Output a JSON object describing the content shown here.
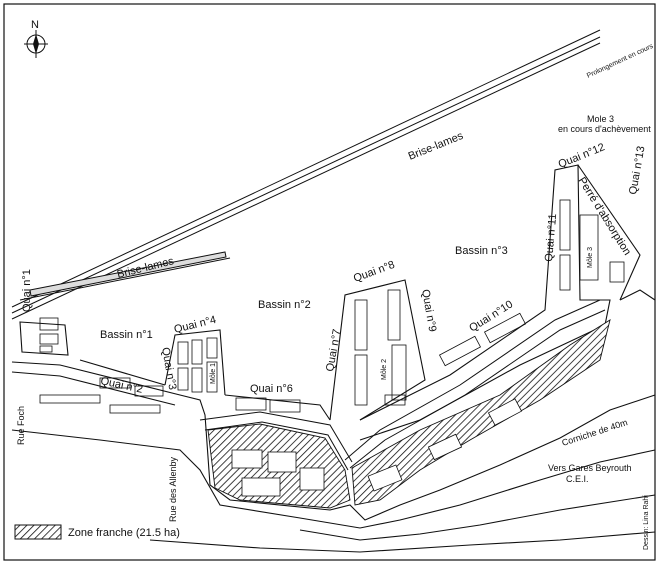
{
  "map": {
    "north_arrow": {
      "label": "N"
    },
    "labels": {
      "brise_lames_top": "Brise-lames",
      "brise_lames_left": "Brise-lames",
      "prolongement": "Prolongement en cours",
      "mole3_title": "Mole 3",
      "mole3_sub": "en cours d'achèvement",
      "quai12": "Quai n°12",
      "quai13": "Quai n°13",
      "perre": "Perré d'absorption",
      "quai11": "Quai n°11",
      "mole3_small": "Môle 3",
      "bassin3": "Bassin n°3",
      "quai8": "Quai n°8",
      "quai9": "Quai n°9",
      "bassin2": "Bassin n°2",
      "quai10": "Quai n°10",
      "quai7": "Quai n°7",
      "mole2": "Môle 2",
      "quai1": "Quai n°1",
      "bassin1": "Bassin n°1",
      "quai4": "Quai n°4",
      "quai3": "Quai n°3",
      "mole1": "Môle 1",
      "quai2": "Quai n°2",
      "quai6": "Quai n°6",
      "rue_foch": "Rue Foch",
      "rue_allenby": "Rue des Allenby",
      "corniche": "Corniche de 40m",
      "vers_gares": "Vers Gares Beyrouth",
      "cei": "C.E.I.",
      "credit": "Dessin: Lina Rahi"
    },
    "legend": {
      "label": "Zone franche (21.5 ha)"
    },
    "colors": {
      "ink": "#111111",
      "background": "#ffffff"
    }
  }
}
